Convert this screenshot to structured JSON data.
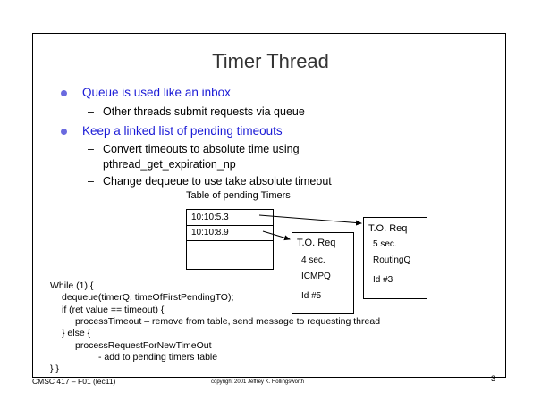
{
  "slide": {
    "title": "Timer Thread",
    "bullets": [
      {
        "text": "Queue is used like an inbox",
        "subs": [
          "Other threads submit requests via queue"
        ]
      },
      {
        "text": "Keep a linked list of pending timeouts",
        "subs": [
          "Convert timeouts to absolute time using",
          "pthread_get_expiration_np",
          "Change dequeue to use take absolute timeout"
        ]
      }
    ],
    "sub_dash": "–",
    "table_caption": "Table of pending Timers",
    "table_rows": [
      "10:10:5.3",
      "10:10:8.9"
    ],
    "request1": {
      "header": "T.O. Req",
      "timeout": "4 sec.",
      "target": "ICMPQ",
      "id": "Id #5"
    },
    "request2": {
      "header": "T.O. Req",
      "timeout": "5 sec.",
      "target": "RoutingQ",
      "id": "Id #3"
    },
    "code": [
      "While (1) {",
      "dequeue(timerQ, timeOfFirstPendingTO);",
      "if (ret value == timeout) {",
      "processTimeout – remove from table, send message to requesting thread",
      "} else {",
      "processRequestForNewTimeOut",
      "- add to pending timers table",
      "} }"
    ],
    "footer": {
      "course": "CMSC 417 – F01  (lec11)",
      "copyright": "copyright 2001  Jeffrey K. Hollingsworth",
      "page": "3"
    }
  }
}
